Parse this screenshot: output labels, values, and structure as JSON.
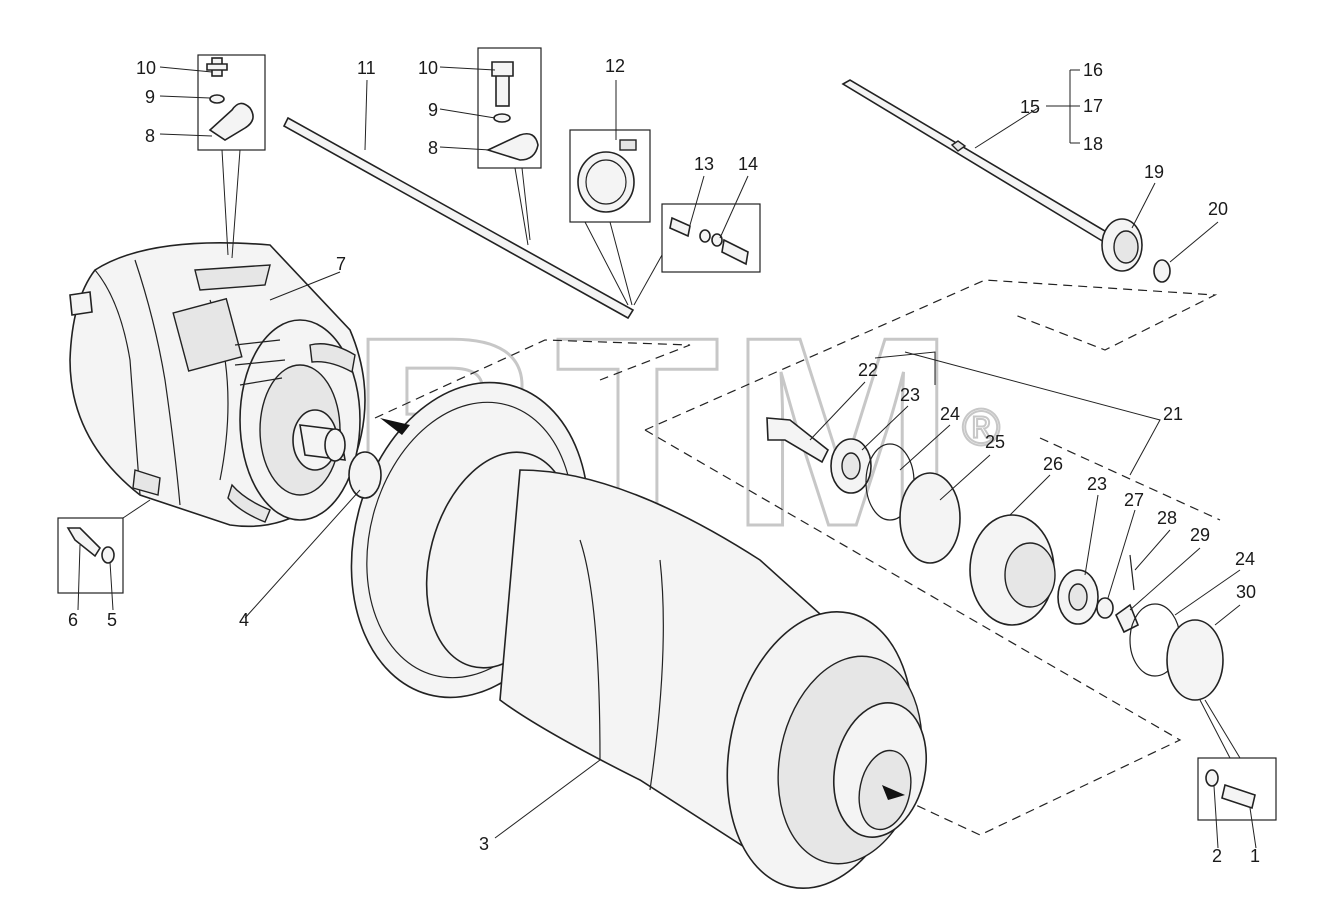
{
  "watermark": {
    "text": "BTM",
    "mark": "®"
  },
  "callouts": {
    "c1": "1",
    "c2": "2",
    "c3": "3",
    "c4": "4",
    "c5": "5",
    "c6": "6",
    "c7": "7",
    "c8a": "8",
    "c8b": "8",
    "c9a": "9",
    "c9b": "9",
    "c10a": "10",
    "c10b": "10",
    "c11": "11",
    "c12": "12",
    "c13": "13",
    "c14": "14",
    "c15": "15",
    "c16": "16",
    "c17": "17",
    "c18": "18",
    "c19": "19",
    "c20": "20",
    "c21": "21",
    "c22": "22",
    "c23a": "23",
    "c23b": "23",
    "c24a": "24",
    "c24b": "24",
    "c25": "25",
    "c26": "26",
    "c27": "27",
    "c28": "28",
    "c29": "29",
    "c30": "30"
  }
}
